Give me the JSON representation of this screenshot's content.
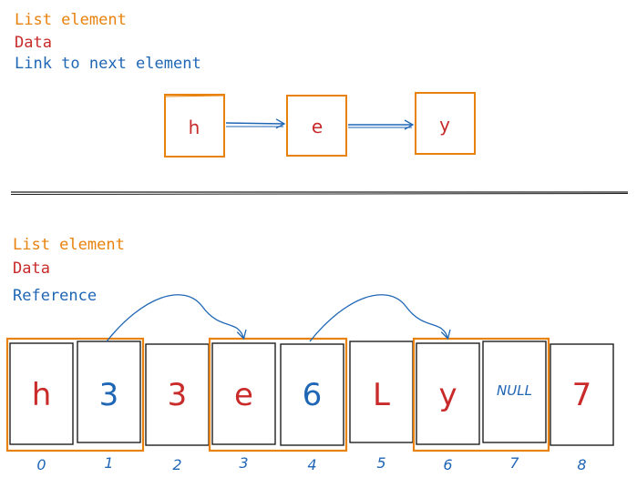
{
  "colors": {
    "list_element": "#e8820c",
    "data": "#c92a2a",
    "link": "#1f66b5",
    "stroke": "#1e1e1e"
  },
  "top_section": {
    "legend": {
      "list_element": "List element",
      "data": "Data",
      "link": "Link to next element"
    },
    "nodes": [
      "h",
      "e",
      "y"
    ]
  },
  "bottom_section": {
    "legend": {
      "list_element": "List element",
      "data": "Data",
      "reference": "Reference"
    },
    "cells": [
      {
        "value": "h",
        "kind": "data"
      },
      {
        "value": "3",
        "kind": "reference"
      },
      {
        "value": "3",
        "kind": "data"
      },
      {
        "value": "e",
        "kind": "data"
      },
      {
        "value": "6",
        "kind": "reference"
      },
      {
        "value": "L",
        "kind": "data"
      },
      {
        "value": "y",
        "kind": "data"
      },
      {
        "value": "NULL",
        "kind": "reference"
      },
      {
        "value": "7",
        "kind": "data"
      }
    ],
    "indices": [
      "0",
      "1",
      "2",
      "3",
      "4",
      "5",
      "6",
      "7",
      "8"
    ],
    "list_elements": [
      [
        0,
        1
      ],
      [
        3,
        4
      ],
      [
        6,
        7
      ]
    ],
    "references": [
      {
        "from": 1,
        "to": 3
      },
      {
        "from": 4,
        "to": 6
      }
    ]
  }
}
